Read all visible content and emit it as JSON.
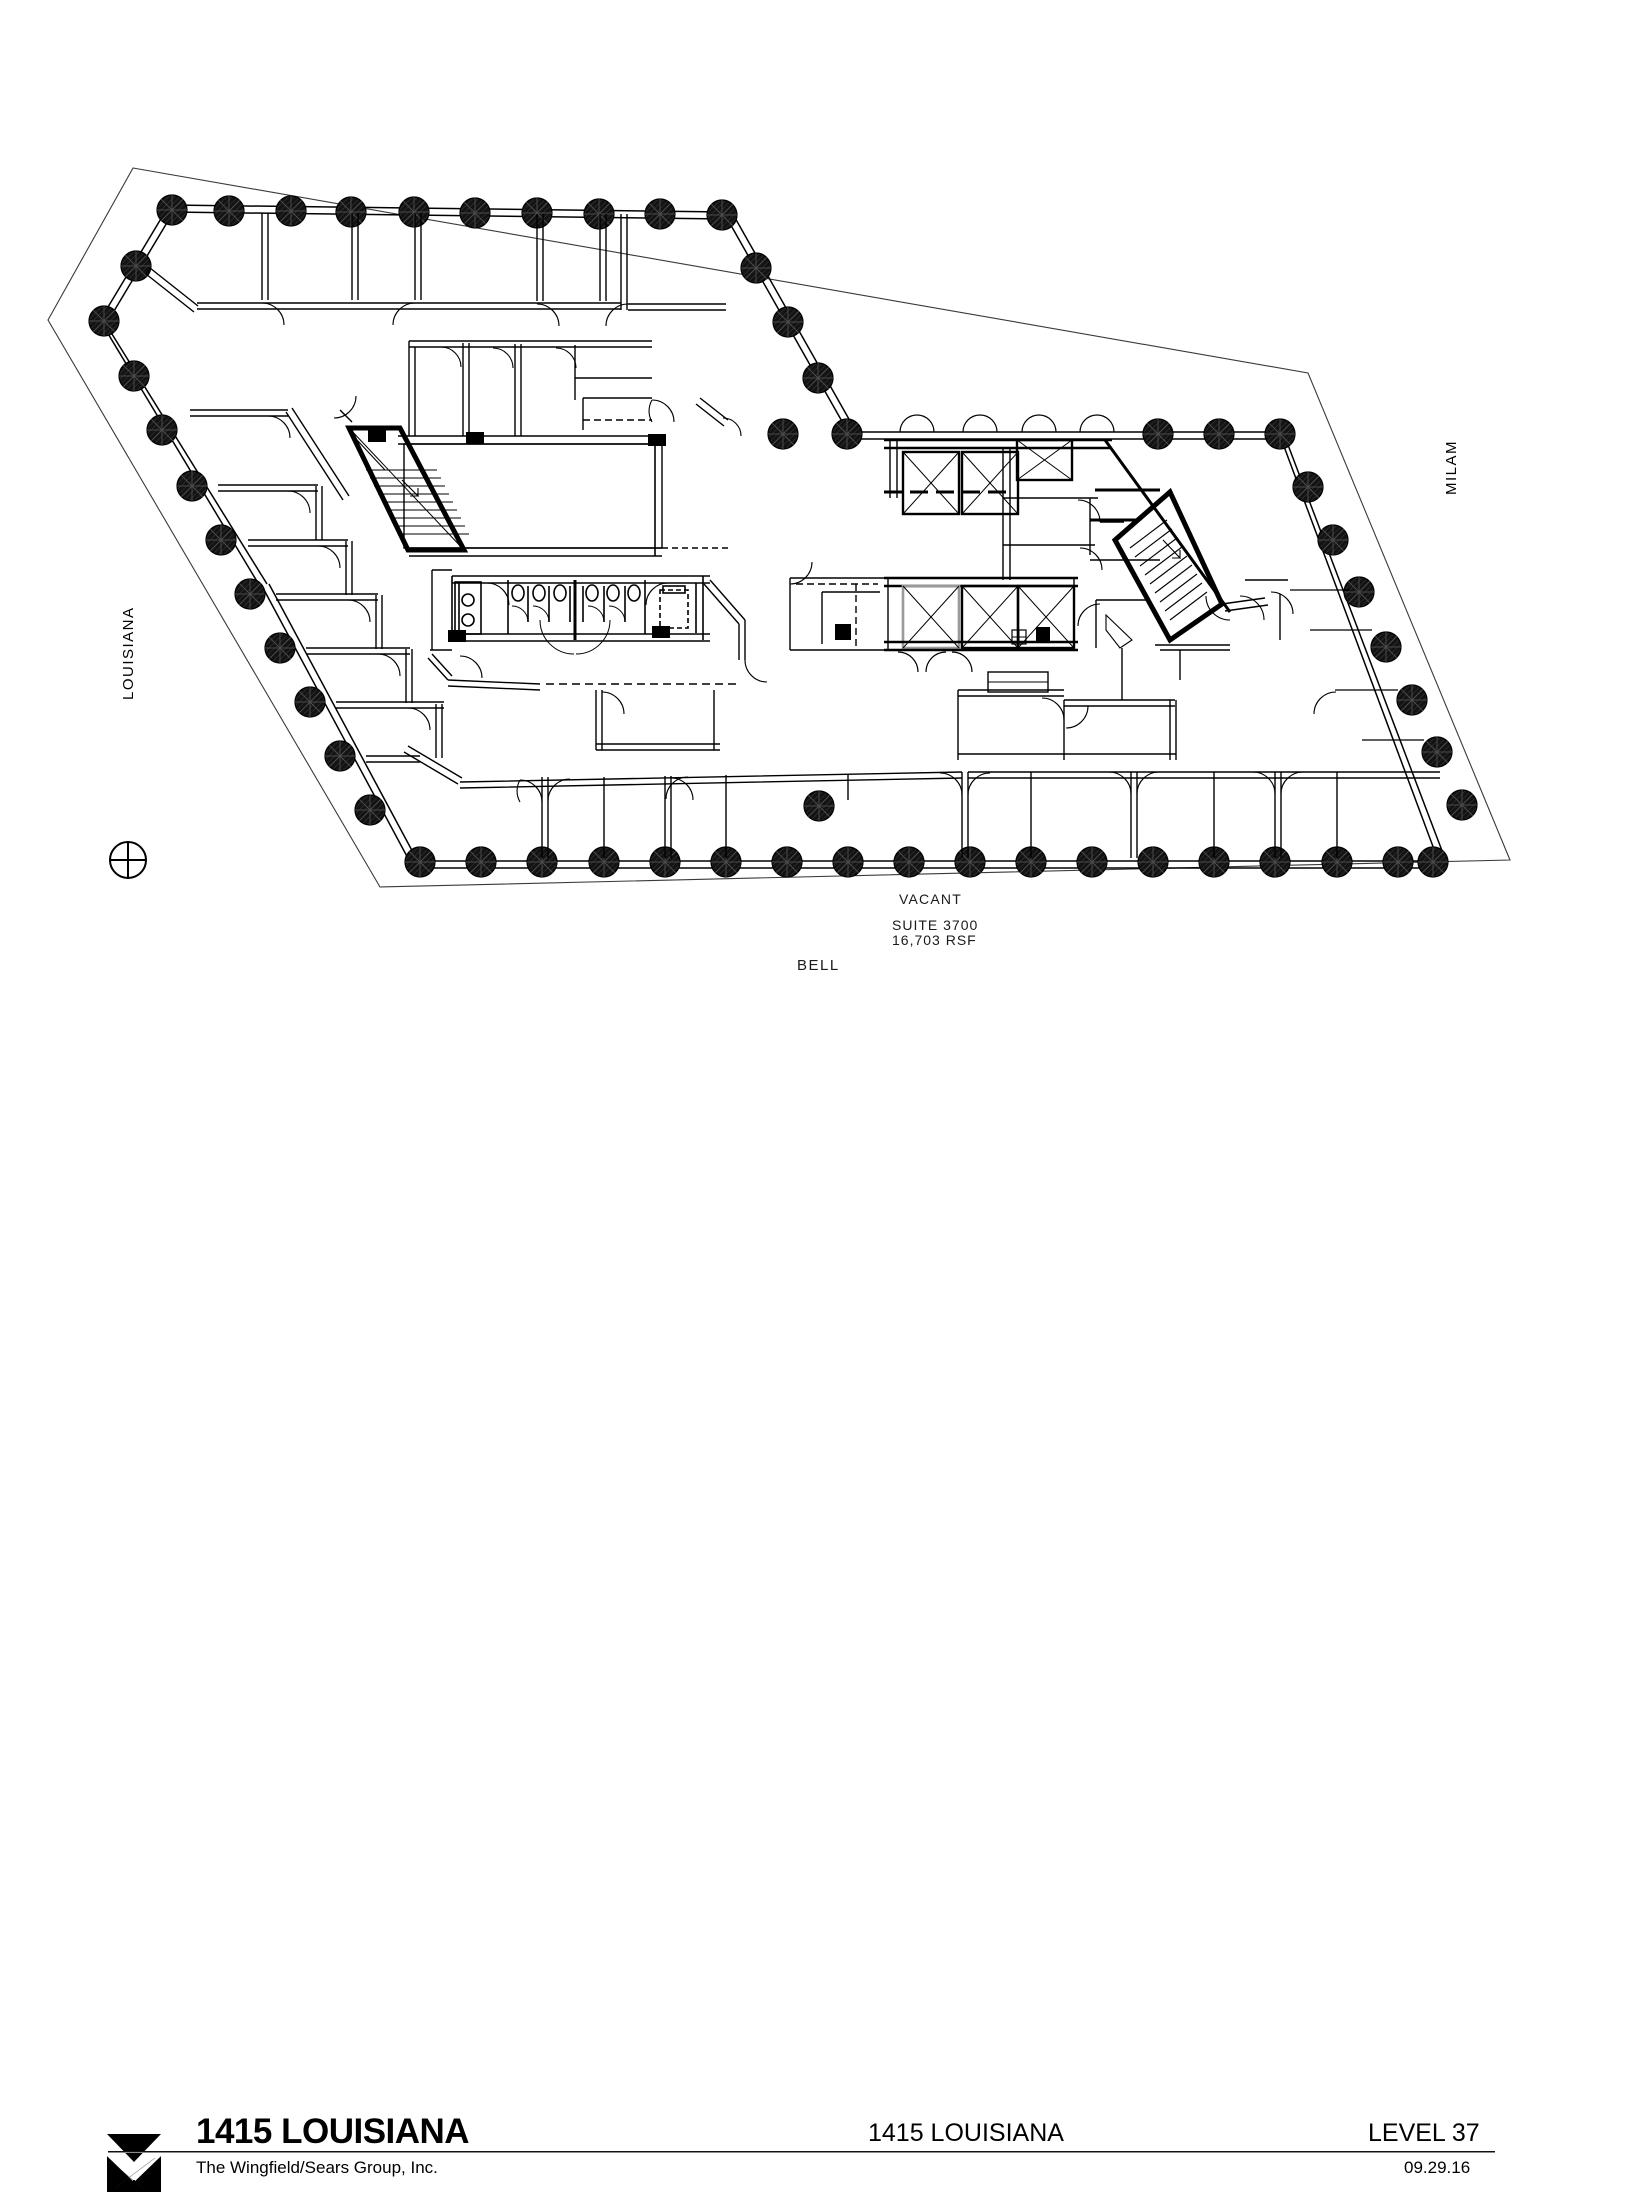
{
  "document": {
    "type": "architectural-floor-plan",
    "building": "1415 LOUISIANA",
    "level": "LEVEL 37",
    "date": "09.29.16"
  },
  "title_block": {
    "brand_name": "1415 LOUISIANA",
    "brand_subtitle": "The Wingfield/Sears Group, Inc.",
    "center_title": "1415 LOUISIANA",
    "level_label": "LEVEL 37",
    "date_label": "09.29.16",
    "logo_icon": "wingfield-chevron-logo"
  },
  "plan": {
    "north_arrow_icon": "north-orientation-crosshair-icon",
    "streets": {
      "west": "LOUISIANA",
      "east": "MILAM",
      "south": "BELL"
    },
    "suite": {
      "status": "VACANT",
      "number": "SUITE  3700",
      "area": "16,703  RSF"
    },
    "features": {
      "columns": "round hatched structural columns along perimeter",
      "elevators": "six elevator shafts in central core",
      "stairs": "two diagonal egress stairwells",
      "restrooms": "central restroom core with fixtures"
    }
  },
  "colors": {
    "ink": "#000000",
    "paper": "#ffffff",
    "rule_grey": "#8b8b8b"
  }
}
